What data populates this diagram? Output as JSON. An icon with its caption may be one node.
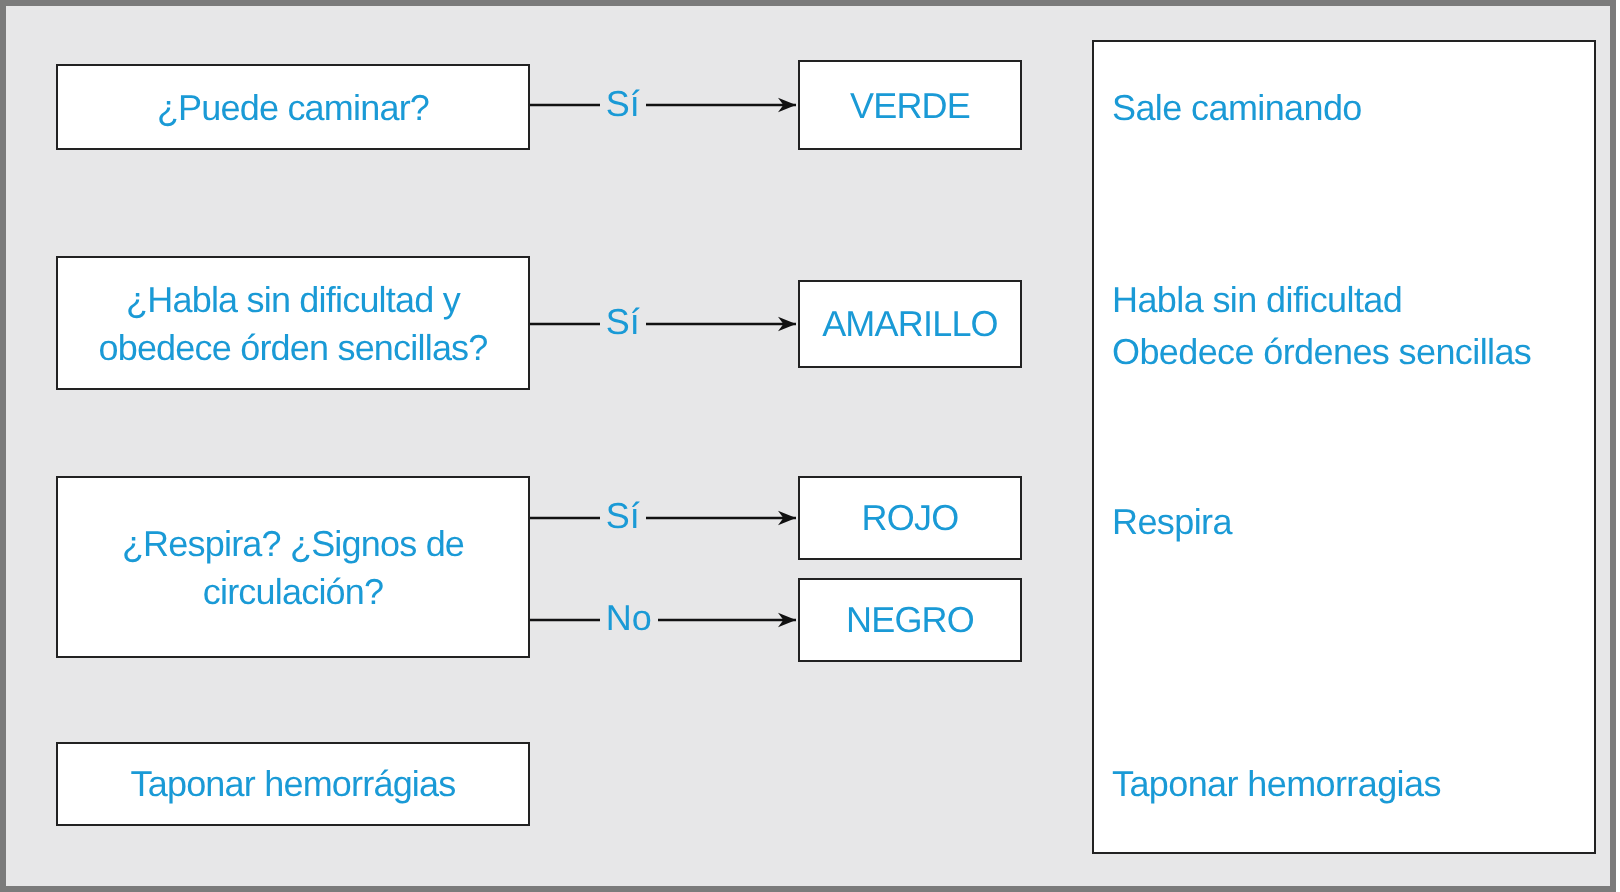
{
  "diagram": {
    "nodes": [
      {
        "text": [
          "¿Puede caminar?"
        ]
      },
      {
        "text": [
          "VERDE"
        ]
      },
      {
        "text": [
          "¿Habla sin dificultad y obedece órden sencillas?"
        ]
      },
      {
        "text": [
          "AMARILLO"
        ]
      },
      {
        "text": [
          "¿Respira? ¿Signos de circulación?"
        ]
      },
      {
        "text": [
          "ROJO"
        ]
      },
      {
        "text": [
          "NEGRO"
        ]
      },
      {
        "text": [
          "Taponar hemorrágias"
        ]
      },
      {
        "text": [
          "Sale caminando",
          "Habla sin dificultad",
          "Obedece órdenes sencillas",
          "Respira",
          "Taponar hemorragias"
        ]
      }
    ],
    "edges": [
      {
        "from": 0,
        "to": 1,
        "arrow": "to",
        "label": "Sí"
      },
      {
        "from": 2,
        "to": 3,
        "arrow": "to",
        "label": "Sí"
      },
      {
        "from": 4,
        "to": 5,
        "arrow": "to",
        "label": "Sí"
      },
      {
        "from": 4,
        "to": 6,
        "arrow": "to",
        "label": "No"
      }
    ]
  }
}
